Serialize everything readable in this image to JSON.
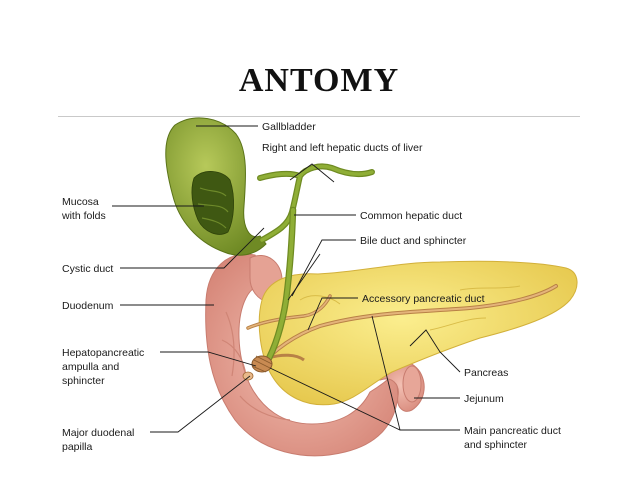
{
  "title": "ANTOMY",
  "labels": {
    "gallbladder": "Gallbladder",
    "hepatic_ducts": "Right and left hepatic ducts of liver",
    "mucosa_line1": "Mucosa",
    "mucosa_line2": "with folds",
    "common_hepatic_duct": "Common hepatic duct",
    "bile_duct": "Bile duct and sphincter",
    "cystic_duct": "Cystic duct",
    "accessory_duct": "Accessory pancreatic duct",
    "duodenum": "Duodenum",
    "ampulla_line1": "Hepatopancreatic",
    "ampulla_line2": "ampulla and",
    "ampulla_line3": "sphincter",
    "pancreas": "Pancreas",
    "jejunum": "Jejunum",
    "papilla_line1": "Major duodenal",
    "papilla_line2": "papilla",
    "main_duct_line1": "Main pancreatic duct",
    "main_duct_line2": "and sphincter"
  },
  "colors": {
    "gallbladder": "#8aa238",
    "gallbladder_dark": "#5f7a1d",
    "duct_green": "#7f9a2e",
    "duodenum": "#e9a79a",
    "duodenum_shade": "#d98a7c",
    "pancreas": "#f3e06a",
    "pancreas_shade": "#e6c84a",
    "pancreatic_duct": "#c9955a"
  }
}
